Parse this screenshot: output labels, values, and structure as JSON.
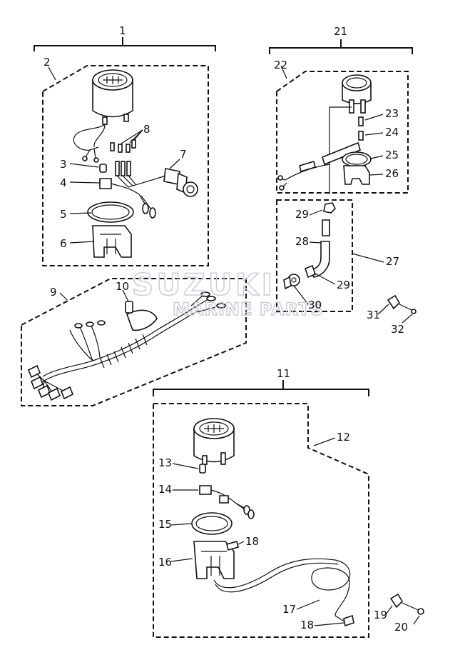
{
  "watermark": {
    "brand": "SUZUKI",
    "line": "MARINE PARTS"
  },
  "callouts": {
    "1": "1",
    "2": "2",
    "3": "3",
    "4": "4",
    "5": "5",
    "6": "6",
    "7": "7",
    "8": "8",
    "9": "9",
    "10": "10",
    "11": "11",
    "12": "12",
    "13": "13",
    "14": "14",
    "15": "15",
    "16": "16",
    "17": "17",
    "18a": "18",
    "18b": "18",
    "19": "19",
    "20": "20",
    "21": "21",
    "22": "22",
    "23": "23",
    "24": "24",
    "25": "25",
    "26": "26",
    "27": "27",
    "28": "28",
    "29a": "29",
    "29b": "29",
    "30": "30",
    "31": "31",
    "32": "32"
  }
}
